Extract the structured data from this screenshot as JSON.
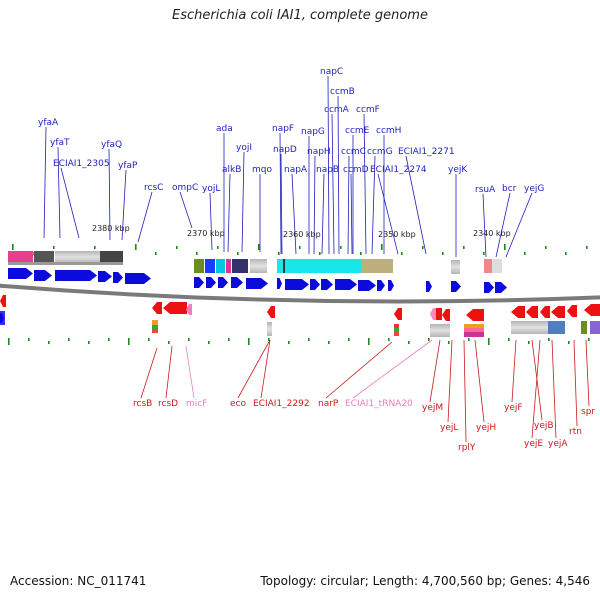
{
  "title": "Escherichia coli IAI1, complete genome",
  "footer": {
    "accession": "Accession: NC_011741",
    "summary": "Topology: circular; Length: 4,700,560 bp; Genes: 4,546"
  },
  "colors": {
    "forward_label": "#1f1fbf",
    "reverse_label": "#cc1a1a",
    "rna_label": "#e77fbd",
    "forward_gene": "#0b0bdc",
    "reverse_gene": "#ee1111",
    "backbone": "#7a7a7a",
    "tick": "#1b8a1b"
  },
  "scale_ticks": [
    "2380 kbp",
    "2370 kbp",
    "2360 kbp",
    "2350 kbp",
    "2340 kbp"
  ],
  "forward_labels": [
    "yfaA",
    "yfaT",
    "ECIAI1_2305",
    "yfaQ",
    "yfaP",
    "rcsC",
    "ompC",
    "yojL",
    "ada",
    "alkB",
    "yojI",
    "mqo",
    "napF",
    "napD",
    "napG",
    "napA",
    "napH",
    "napB",
    "napC",
    "ccmB",
    "ccmA",
    "ccmC",
    "ccmD",
    "ccmE",
    "ccmF",
    "ccmG",
    "ccmH",
    "ECIAI1_2274",
    "ECIAI1_2271",
    "yejK",
    "rsuA",
    "bcr",
    "yejG"
  ],
  "reverse_labels": [
    "rcsB",
    "rcsD",
    "micF",
    "eco",
    "ECIAI1_2292",
    "narP",
    "ECIAI1_tRNA20",
    "yejM",
    "yejL",
    "rplY",
    "yejH",
    "yejF",
    "yejB",
    "yejE",
    "yejA",
    "rtn",
    "spr"
  ]
}
